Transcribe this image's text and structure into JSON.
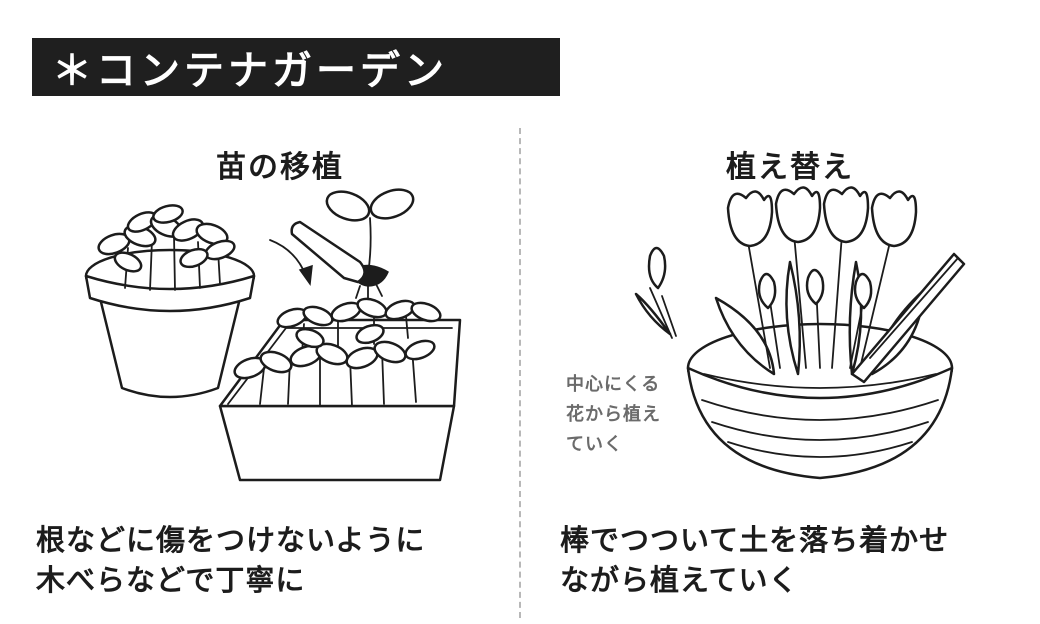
{
  "header": {
    "title": "＊コンテナガーデン"
  },
  "left_panel": {
    "title": "苗の移植",
    "caption_lines": [
      "根などに傷をつけないように",
      "木べらなどで丁寧に"
    ]
  },
  "right_panel": {
    "title": "植え替え",
    "note_lines": [
      "中心にくる",
      "花から植え",
      "ていく"
    ],
    "caption_lines": [
      "棒でつついて土を落ち着かせ",
      "ながら植えていく"
    ]
  }
}
